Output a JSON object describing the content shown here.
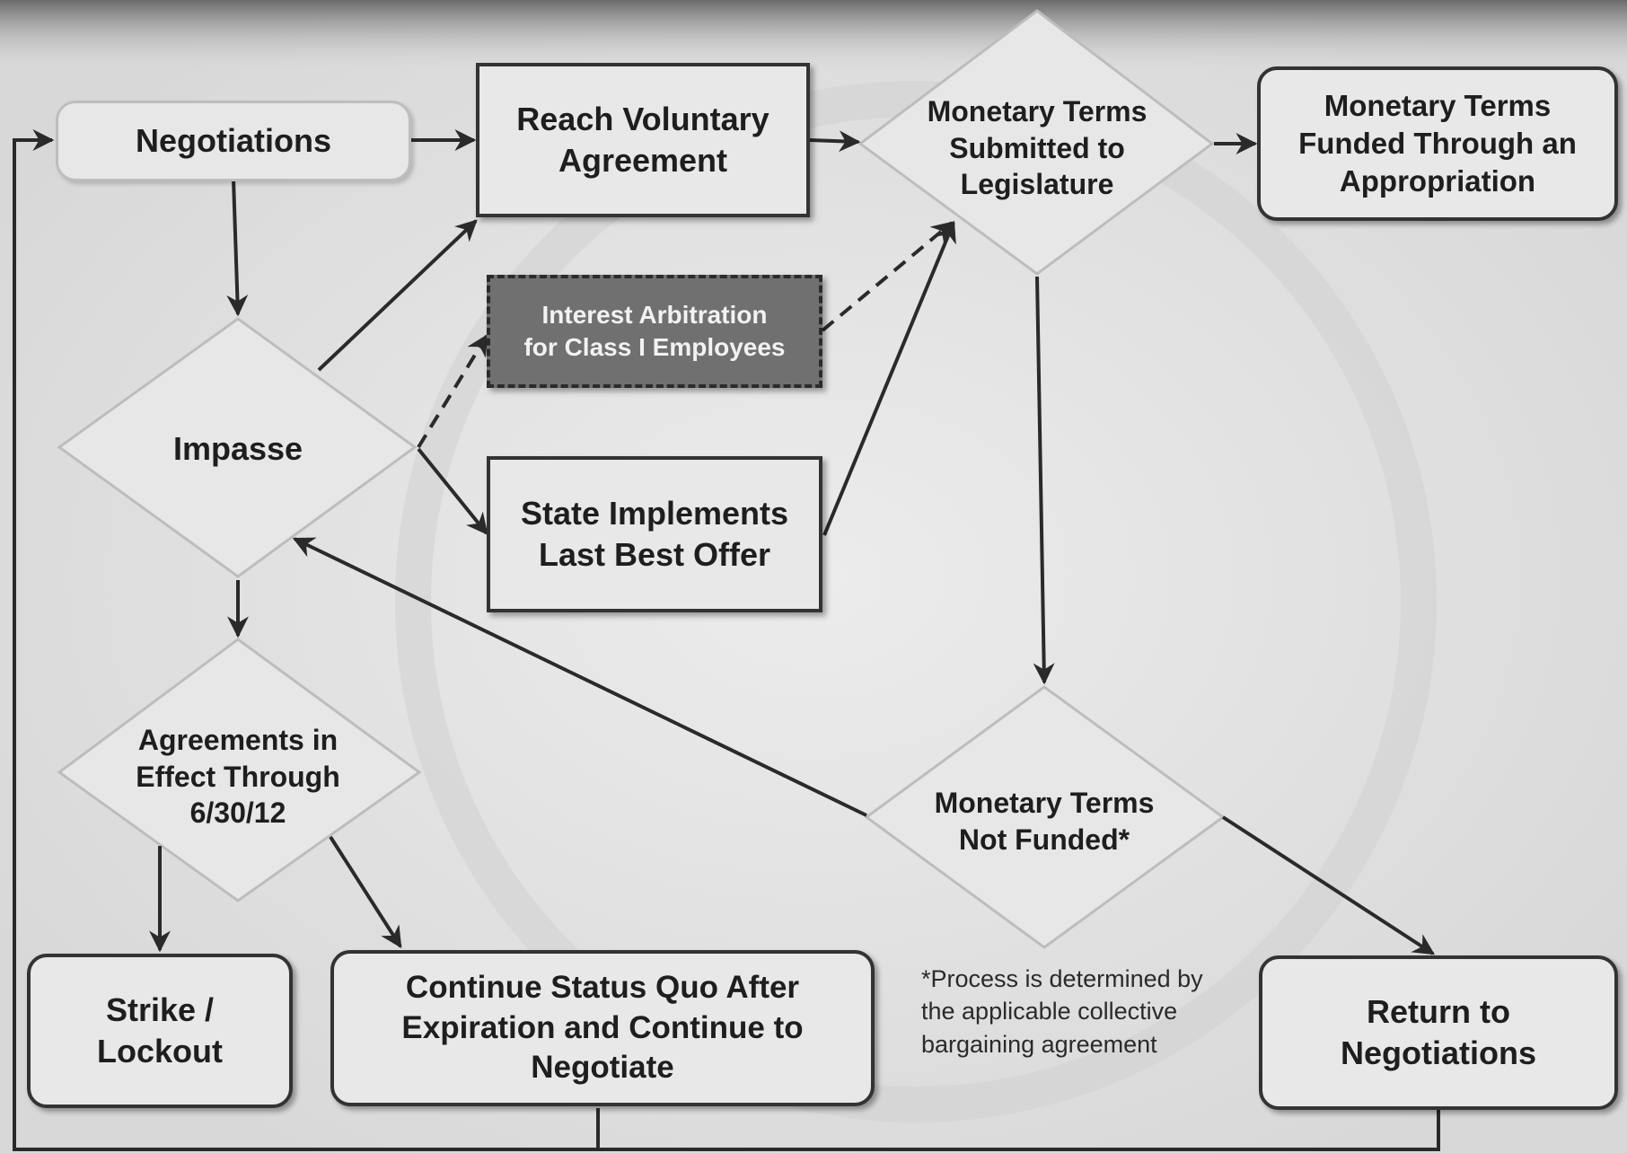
{
  "nodes": {
    "negotiations": "Negotiations",
    "reach_voluntary_agreement": "Reach Voluntary\nAgreement",
    "monetary_terms_submitted": "Monetary Terms\nSubmitted to\nLegislature",
    "monetary_terms_funded": "Monetary Terms\nFunded Through an\nAppropriation",
    "impasse": "Impasse",
    "interest_arbitration": "Interest Arbitration\nfor Class I Employees",
    "state_implements_lbo": "State Implements\nLast Best Offer",
    "agreements_in_effect": "Agreements in\nEffect Through\n6/30/12",
    "monetary_terms_not_funded": "Monetary Terms\nNot Funded*",
    "strike_lockout": "Strike /\nLockout",
    "continue_status_quo": "Continue Status Quo After\nExpiration and Continue to\nNegotiate",
    "return_to_negotiations": "Return to\nNegotiations"
  },
  "footnote": "*Process is determined by\nthe applicable collective\nbargaining agreement",
  "colors": {
    "background": "#e2e2e2",
    "box_fill": "#e8e8e8",
    "border": "#333333",
    "arbitration_fill": "#707070",
    "arrow": "#2a2a2a"
  }
}
